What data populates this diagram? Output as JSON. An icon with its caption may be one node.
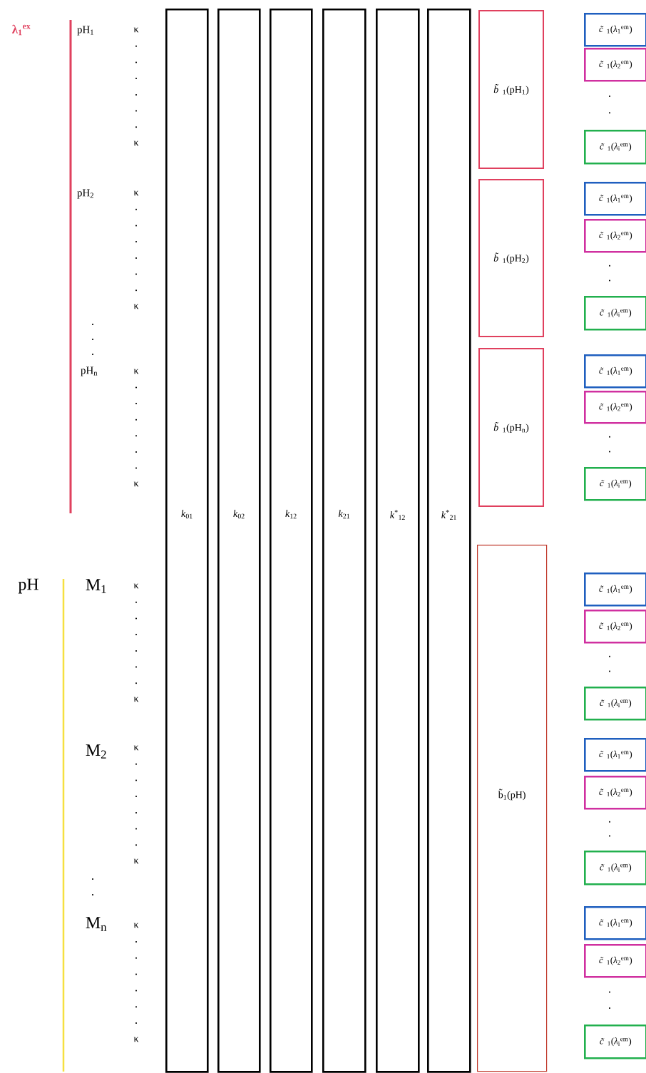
{
  "diagram": {
    "nodes": [
      {
        "text": [
          "*k*$_{01}$"
        ]
      },
      {
        "text": [
          "*k*$_{02}$"
        ]
      },
      {
        "text": [
          "*k*$_{12}$"
        ]
      },
      {
        "text": [
          "*k*$_{21}$"
        ]
      },
      {
        "text": [
          "*k*$^{*}$$_{12}$"
        ]
      },
      {
        "text": [
          "*k*$^{*}$$_{21}$"
        ]
      },
      {
        "text": [
          "*b̃*$_{1}$(pH$_{1}$)"
        ]
      },
      {
        "text": [
          "*b̃*$_{1}$(pH$_{2}$)"
        ]
      },
      {
        "text": [
          "*b̃*$_{1}$(pH$_{n}$)"
        ]
      },
      {
        "text": [
          "b̃$_{1}$(pH)"
        ]
      },
      {
        "text": [
          "*c̃*$_{1}$(*λ*$_{1}$$^{em}$)"
        ]
      },
      {
        "text": [
          "*c̃*$_{1}$(*λ*$_{2}$$^{em}$)"
        ]
      },
      {
        "text": [
          "*c̃*$_{1}$(*λ*$_{i}$$^{em}$)"
        ]
      },
      {
        "text": [
          "*c̃*$_{1}$(*λ*$_{1}$$^{em}$)"
        ]
      },
      {
        "text": [
          "*c̃*$_{1}$(*λ*$_{2}$$^{em}$)"
        ]
      },
      {
        "text": [
          "*c̃*$_{1}$(*λ*$_{i}$$^{em}$)"
        ]
      },
      {
        "text": [
          "*c̃*$_{1}$(*λ*$_{1}$$^{em}$)"
        ]
      },
      {
        "text": [
          "*c̃*$_{1}$(*λ*$_{2}$$^{em}$)"
        ]
      },
      {
        "text": [
          "*c̃*$_{1}$(*λ*$_{i}$$^{em}$)"
        ]
      },
      {
        "text": [
          "*c̃*$_{1}$(*λ*$_{1}$$^{em}$)"
        ]
      },
      {
        "text": [
          "*c̃*$_{1}$(*λ*$_{2}$$^{em}$)"
        ]
      },
      {
        "text": [
          "*c̃*$_{1}$(*λ*$_{i}$$^{em}$)"
        ]
      },
      {
        "text": [
          "*c̃*$_{1}$(*λ*$_{1}$$^{em}$)"
        ]
      },
      {
        "text": [
          "*c̃*$_{1}$(*λ*$_{2}$$^{em}$)"
        ]
      },
      {
        "text": [
          "*c̃*$_{1}$(*λ*$_{i}$$^{em}$)"
        ]
      },
      {
        "text": [
          "*c̃*$_{1}$(*λ*$_{1}$$^{em}$)"
        ]
      },
      {
        "text": [
          "*c̃*$_{1}$(*λ*$_{2}$$^{em}$)"
        ]
      },
      {
        "text": [
          "*c̃*$_{1}$(*λ*$_{i}$$^{em}$)"
        ]
      }
    ],
    "labels": [
      "λ$_{1}$$^{ex}$",
      "pH$_{1}$",
      "κ",
      "κ",
      "pH$_{2}$",
      "κ",
      "κ",
      "pH$_{n}$",
      "κ",
      "κ",
      "pH",
      "M$_{1}$",
      "κ",
      "κ",
      "M$_{2}$",
      "κ",
      "κ",
      "M$_{n}$",
      "κ",
      "κ"
    ]
  }
}
